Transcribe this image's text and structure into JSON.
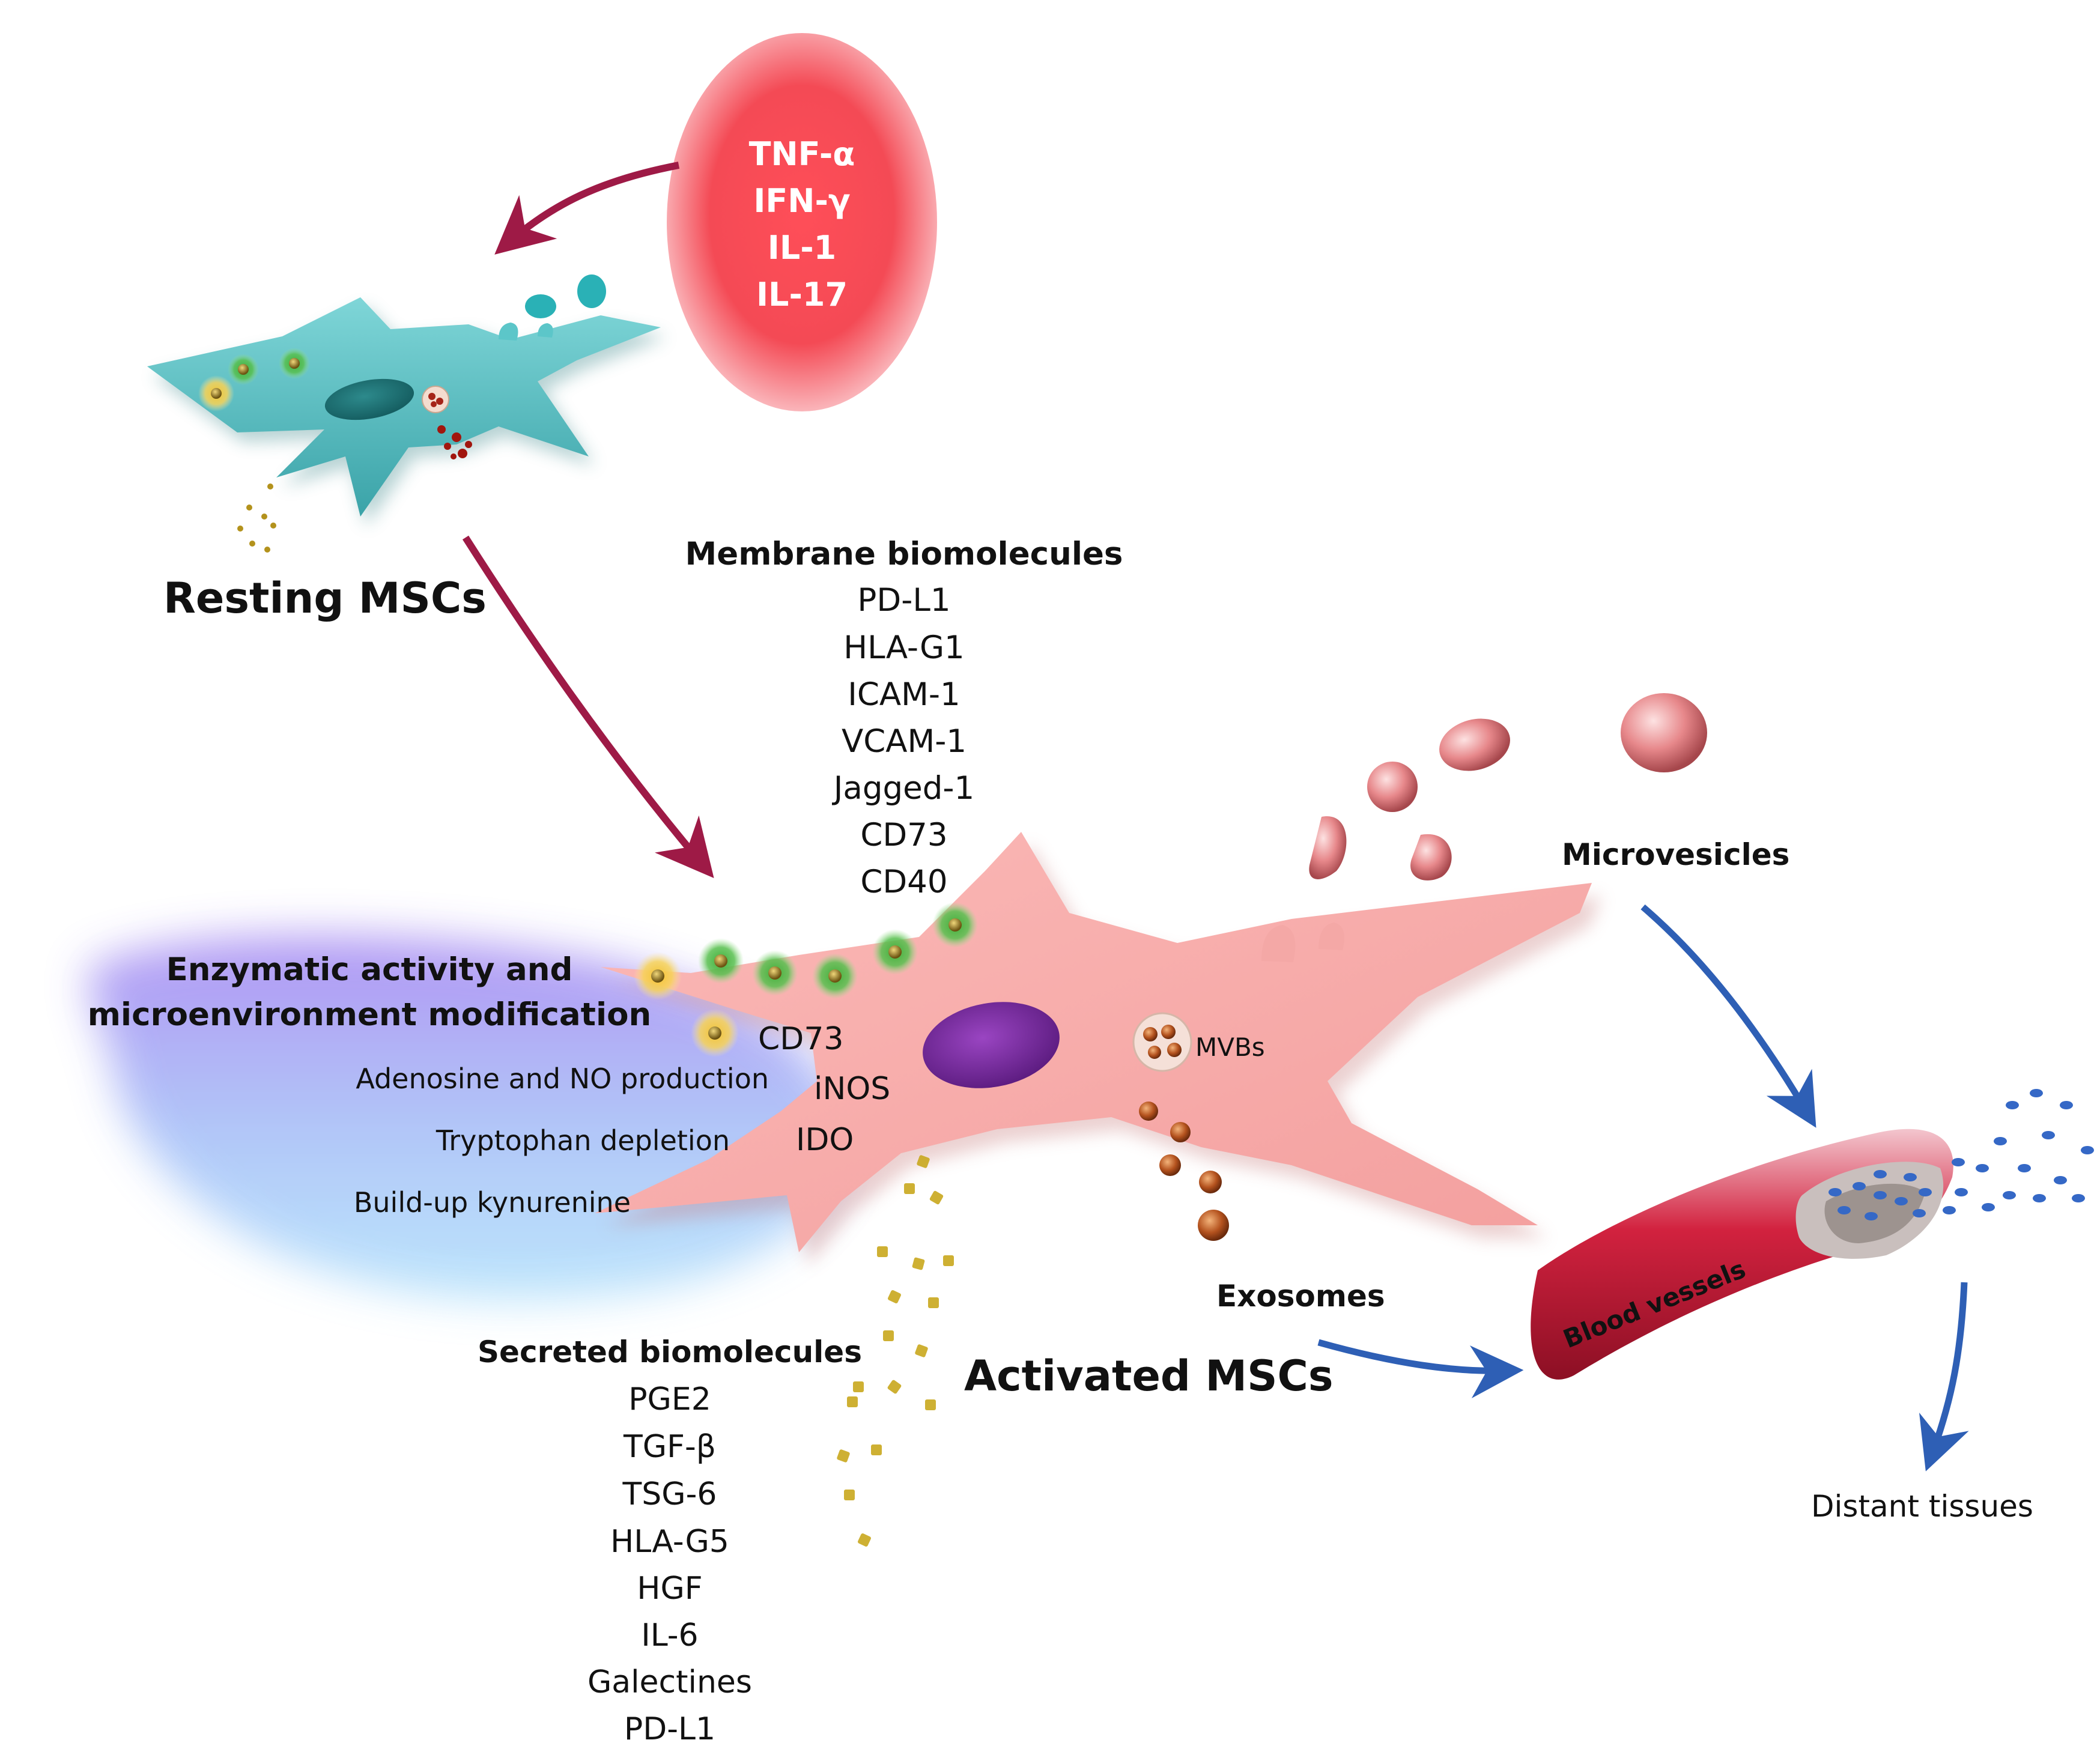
{
  "cytokines": [
    "TNF-α",
    "IFN-γ",
    "IL-1",
    "IL-17"
  ],
  "resting_label": "Resting MSCs",
  "activated_label": "Activated MSCs",
  "membrane": {
    "title": "Membrane biomolecules",
    "items": [
      "PD-L1",
      "HLA-G1",
      "ICAM-1",
      "VCAM-1",
      "Jagged-1",
      "CD73",
      "CD40"
    ]
  },
  "enzymatic": {
    "title_line1": "Enzymatic activity and",
    "title_line2": "microenvironment modification",
    "effects": [
      "Adenosine and NO production",
      "Tryptophan depletion",
      "Build-up kynurenine"
    ],
    "enzymes": [
      "CD73",
      "iNOS",
      "IDO"
    ]
  },
  "secreted": {
    "title": "Secreted biomolecules",
    "items": [
      "PGE2",
      "TGF-β",
      "TSG-6",
      "HLA-G5",
      "HGF",
      "IL-6",
      "Galectines",
      "PD-L1"
    ]
  },
  "mvbs_label": "MVBs",
  "microvesicles_label": "Microvesicles",
  "exosomes_label": "Exosomes",
  "blood_vessels_label": "Blood vessels",
  "distant_tissues_label": "Distant tissues",
  "colors": {
    "resting_cell": "#4ab9bd",
    "activated_cell": "#f6aaa9",
    "nucleus": "#7a2ca0",
    "cytokine_blob": "#f44a55",
    "arrow_maroon": "#9e1a46",
    "arrow_blue": "#2e5fb5",
    "vessel": "#c41a36"
  }
}
